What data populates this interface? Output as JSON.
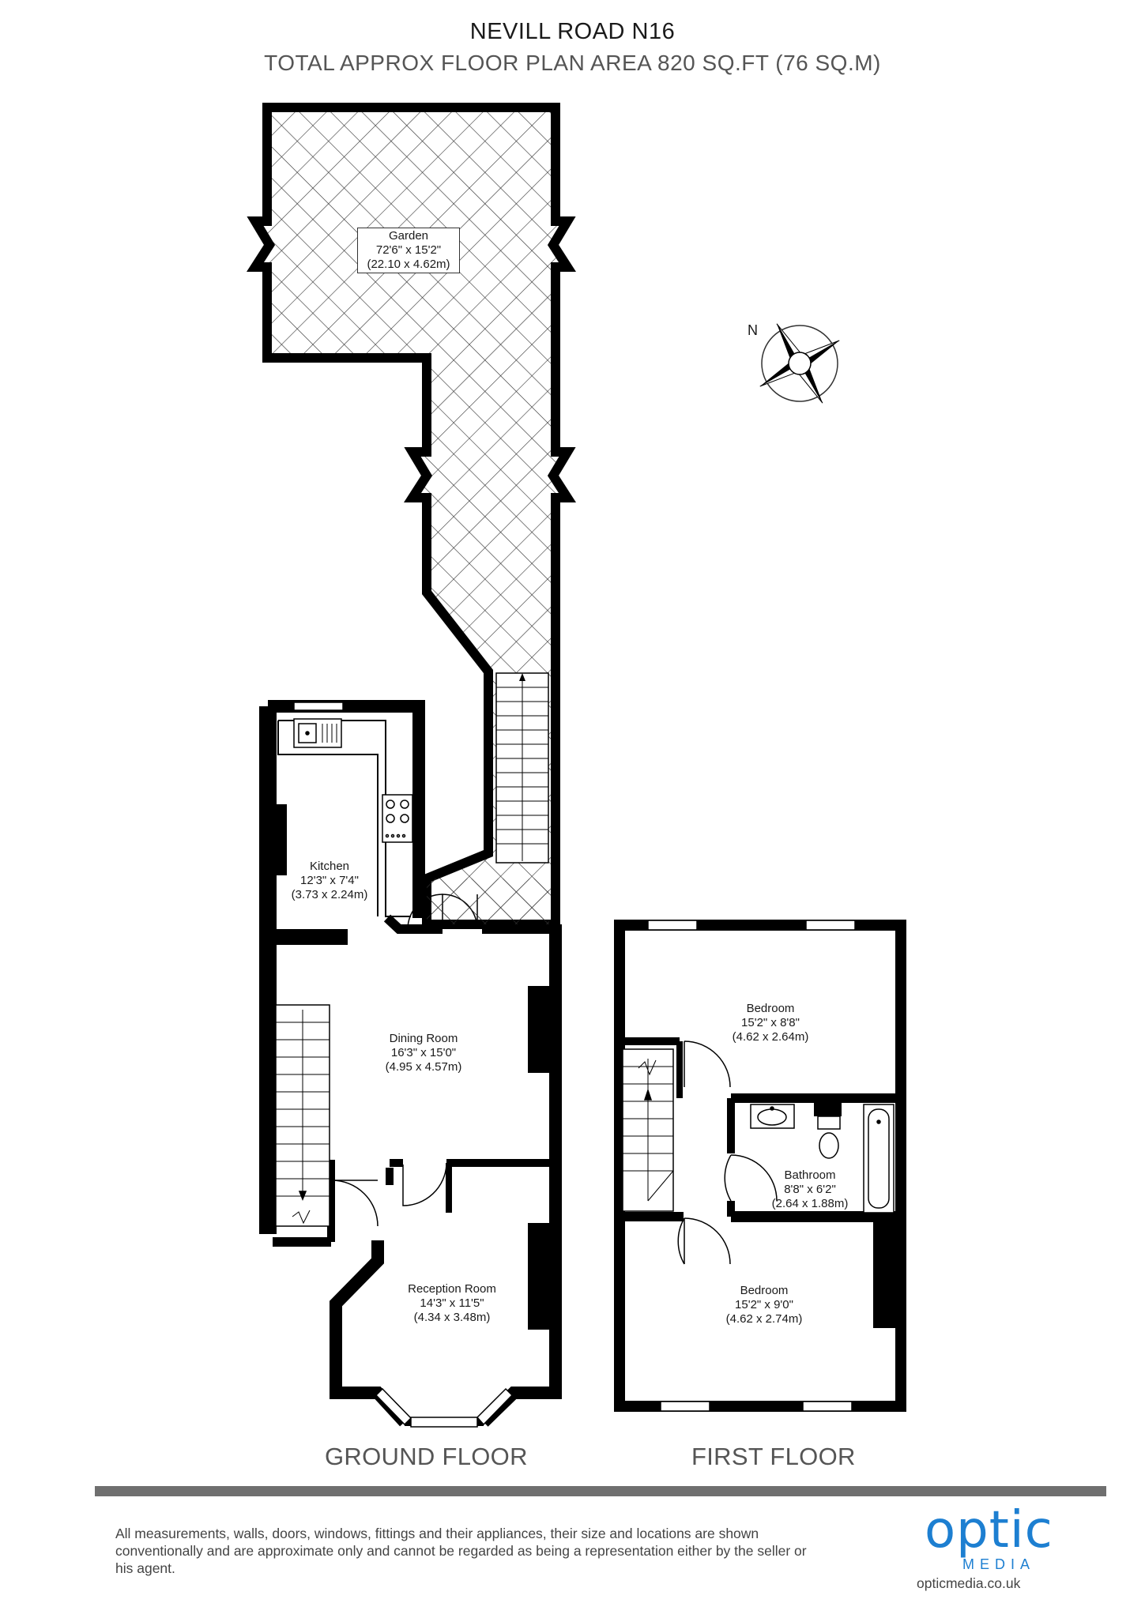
{
  "header": {
    "title": "NEVILL ROAD N16",
    "subtitle": "TOTAL APPROX FLOOR PLAN AREA 820 SQ.FT (76 SQ.M)"
  },
  "compass": {
    "label": "N"
  },
  "rooms": {
    "garden": {
      "name": "Garden",
      "imperial": "72'6\" x 15'2\"",
      "metric": "(22.10 x 4.62m)"
    },
    "kitchen": {
      "name": "Kitchen",
      "imperial": "12'3\" x 7'4\"",
      "metric": "(3.73 x 2.24m)"
    },
    "dining": {
      "name": "Dining Room",
      "imperial": "16'3\" x 15'0\"",
      "metric": "(4.95 x 4.57m)"
    },
    "reception": {
      "name": "Reception Room",
      "imperial": "14'3\" x 11'5\"",
      "metric": "(4.34 x 3.48m)"
    },
    "bedroom1": {
      "name": "Bedroom",
      "imperial": "15'2\" x 8'8\"",
      "metric": "(4.62 x 2.64m)"
    },
    "bathroom": {
      "name": "Bathroom",
      "imperial": "8'8\" x 6'2\"",
      "metric": "(2.64 x 1.88m)"
    },
    "bedroom2": {
      "name": "Bedroom",
      "imperial": "15'2\" x 9'0\"",
      "metric": "(4.62 x 2.74m)"
    }
  },
  "floors": {
    "ground": "GROUND FLOOR",
    "first": "FIRST FLOOR"
  },
  "footer": {
    "disclaimer": "All measurements, walls, doors, windows, fittings and their appliances, their size and locations are shown conventionally and are approximate only and cannot be regarded as being a representation either by the seller or his agent.",
    "logo_word": "optic",
    "logo_sub": "MEDIA",
    "url": "opticmedia.co.uk"
  },
  "colors": {
    "wall": "#000000",
    "logo_blue": "#1d7fd1",
    "rule": "#6f6f6f"
  }
}
